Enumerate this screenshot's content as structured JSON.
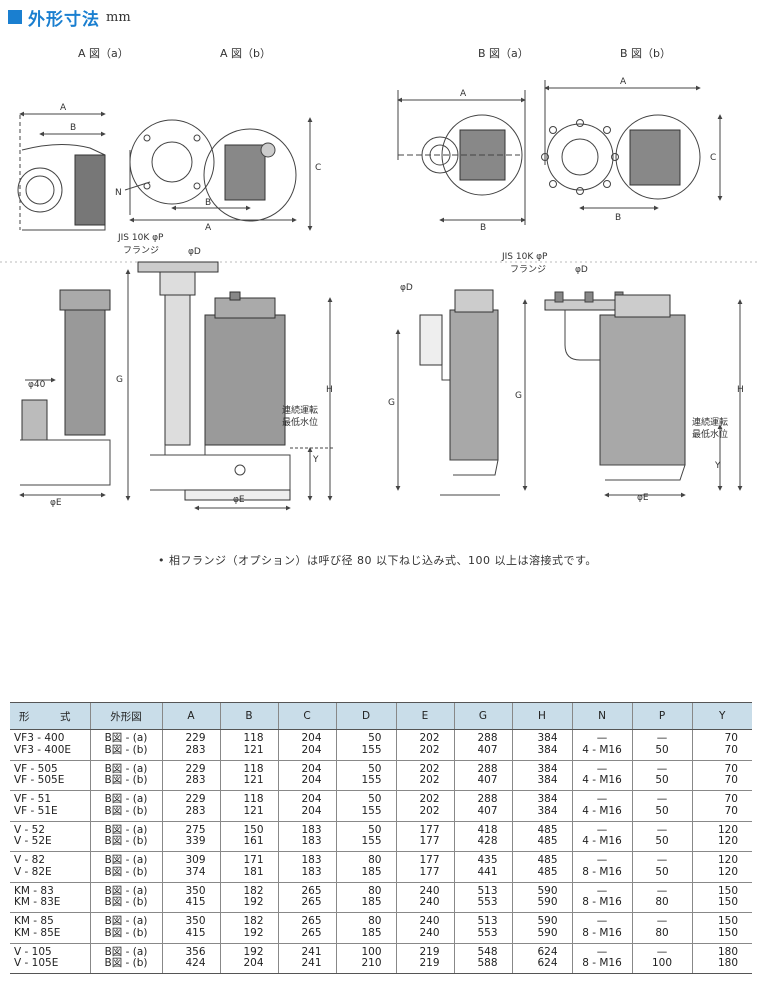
{
  "header": {
    "title": "外形寸法",
    "unit": "mm"
  },
  "drawing": {
    "view_labels": [
      "A 図（a）",
      "A 図（b）",
      "B 図（a）",
      "B 図（b）"
    ],
    "dim_labels": {
      "A": "A",
      "B": "B",
      "C": "C",
      "N": "N",
      "G": "G",
      "H": "H",
      "Y": "Y",
      "phiD": "φD",
      "phiE": "φE",
      "phi40": "φ40",
      "jis": "JIS 10K φP",
      "flange": "フランジ",
      "continuous": "連続運転",
      "min_level": "最低水位"
    }
  },
  "note": "• 相フランジ（オプション）は呼び径 80 以下ねじ込み式、100 以上は溶接式です。",
  "table": {
    "headers": [
      "形　式",
      "外形図",
      "A",
      "B",
      "C",
      "D",
      "E",
      "G",
      "H",
      "N",
      "P",
      "Y"
    ],
    "rows": [
      {
        "model": [
          "VF3 - 400",
          "VF3 - 400E"
        ],
        "fig": [
          "B図 - (a)",
          "B図 - (b)"
        ],
        "A": [
          "229",
          "283"
        ],
        "B": [
          "118",
          "121"
        ],
        "C": [
          "204",
          "204"
        ],
        "D": [
          "50",
          "155"
        ],
        "E": [
          "202",
          "202"
        ],
        "G": [
          "288",
          "407"
        ],
        "H": [
          "384",
          "384"
        ],
        "N": "4 - M16",
        "P": "50",
        "Y": [
          "70",
          "70"
        ]
      },
      {
        "model": [
          "VF - 505",
          "VF - 505E"
        ],
        "fig": [
          "B図 - (a)",
          "B図 - (b)"
        ],
        "A": [
          "229",
          "283"
        ],
        "B": [
          "118",
          "121"
        ],
        "C": [
          "204",
          "204"
        ],
        "D": [
          "50",
          "155"
        ],
        "E": [
          "202",
          "202"
        ],
        "G": [
          "288",
          "407"
        ],
        "H": [
          "384",
          "384"
        ],
        "N": "4 - M16",
        "P": "50",
        "Y": [
          "70",
          "70"
        ]
      },
      {
        "model": [
          "VF - 51",
          "VF - 51E"
        ],
        "fig": [
          "B図 - (a)",
          "B図 - (b)"
        ],
        "A": [
          "229",
          "283"
        ],
        "B": [
          "118",
          "121"
        ],
        "C": [
          "204",
          "204"
        ],
        "D": [
          "50",
          "155"
        ],
        "E": [
          "202",
          "202"
        ],
        "G": [
          "288",
          "407"
        ],
        "H": [
          "384",
          "384"
        ],
        "N": "4 - M16",
        "P": "50",
        "Y": [
          "70",
          "70"
        ]
      },
      {
        "model": [
          "V - 52",
          "V - 52E"
        ],
        "fig": [
          "B図 - (a)",
          "B図 - (b)"
        ],
        "A": [
          "275",
          "339"
        ],
        "B": [
          "150",
          "161"
        ],
        "C": [
          "183",
          "183"
        ],
        "D": [
          "50",
          "155"
        ],
        "E": [
          "177",
          "177"
        ],
        "G": [
          "418",
          "428"
        ],
        "H": [
          "485",
          "485"
        ],
        "N": "4 - M16",
        "P": "50",
        "Y": [
          "120",
          "120"
        ]
      },
      {
        "model": [
          "V - 82",
          "V - 82E"
        ],
        "fig": [
          "B図 - (a)",
          "B図 - (b)"
        ],
        "A": [
          "309",
          "374"
        ],
        "B": [
          "171",
          "181"
        ],
        "C": [
          "183",
          "183"
        ],
        "D": [
          "80",
          "185"
        ],
        "E": [
          "177",
          "177"
        ],
        "G": [
          "435",
          "441"
        ],
        "H": [
          "485",
          "485"
        ],
        "N": "8 - M16",
        "P": "50",
        "Y": [
          "120",
          "120"
        ]
      },
      {
        "model": [
          "KM - 83",
          "KM - 83E"
        ],
        "fig": [
          "B図 - (a)",
          "B図 - (b)"
        ],
        "A": [
          "350",
          "415"
        ],
        "B": [
          "182",
          "192"
        ],
        "C": [
          "265",
          "265"
        ],
        "D": [
          "80",
          "185"
        ],
        "E": [
          "240",
          "240"
        ],
        "G": [
          "513",
          "553"
        ],
        "H": [
          "590",
          "590"
        ],
        "N": "8 - M16",
        "P": "80",
        "Y": [
          "150",
          "150"
        ]
      },
      {
        "model": [
          "KM - 85",
          "KM - 85E"
        ],
        "fig": [
          "B図 - (a)",
          "B図 - (b)"
        ],
        "A": [
          "350",
          "415"
        ],
        "B": [
          "182",
          "192"
        ],
        "C": [
          "265",
          "265"
        ],
        "D": [
          "80",
          "185"
        ],
        "E": [
          "240",
          "240"
        ],
        "G": [
          "513",
          "553"
        ],
        "H": [
          "590",
          "590"
        ],
        "N": "8 - M16",
        "P": "80",
        "Y": [
          "150",
          "150"
        ]
      },
      {
        "model": [
          "V - 105",
          "V - 105E"
        ],
        "fig": [
          "B図 - (a)",
          "B図 - (b)"
        ],
        "A": [
          "356",
          "424"
        ],
        "B": [
          "192",
          "204"
        ],
        "C": [
          "241",
          "241"
        ],
        "D": [
          "100",
          "210"
        ],
        "E": [
          "219",
          "219"
        ],
        "G": [
          "548",
          "588"
        ],
        "H": [
          "624",
          "624"
        ],
        "N": "8 - M16",
        "P": "100",
        "Y": [
          "180",
          "180"
        ]
      }
    ]
  }
}
